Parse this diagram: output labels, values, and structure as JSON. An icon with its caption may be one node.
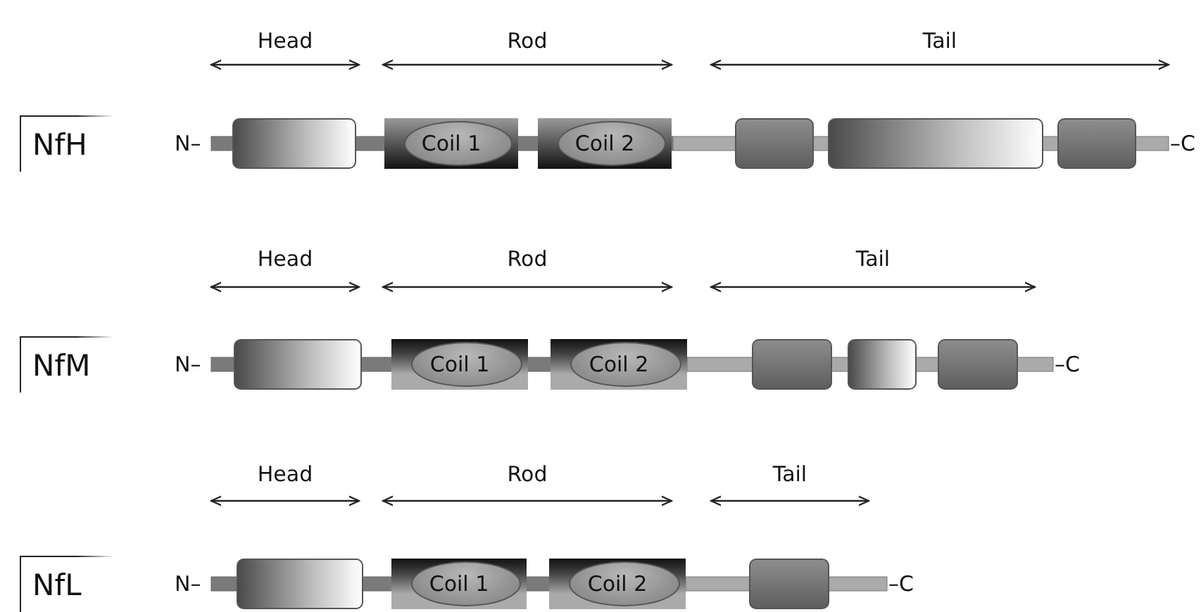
{
  "diagram": {
    "nodes": [
      {
        "text": [
          "NfH"
        ]
      },
      {
        "text": [],
        "shape": "box"
      },
      {
        "text": [
          "Coil 1"
        ]
      },
      {
        "text": [
          "Coil 2"
        ]
      },
      {
        "text": [],
        "shape": "box"
      },
      {
        "text": [],
        "shape": "box"
      },
      {
        "text": [],
        "shape": "box"
      },
      {
        "text": [
          "NfM"
        ]
      },
      {
        "text": [],
        "shape": "box"
      },
      {
        "text": [
          "Coil 1"
        ]
      },
      {
        "text": [
          "Coil 2"
        ]
      },
      {
        "text": [],
        "shape": "box"
      },
      {
        "text": [],
        "shape": "box"
      },
      {
        "text": [],
        "shape": "box"
      },
      {
        "text": [
          "NfL"
        ]
      },
      {
        "text": [],
        "shape": "box"
      },
      {
        "text": [
          "Coil 1"
        ]
      },
      {
        "text": [
          "Coil 2"
        ]
      },
      {
        "text": [],
        "shape": "box"
      }
    ],
    "labels": [
      "Head",
      "Rod",
      "Tail",
      "N–",
      "–C",
      "Head",
      "Rod",
      "Tail",
      "N–",
      "–C",
      "Head",
      "Rod",
      "Tail",
      "N–",
      "–C"
    ]
  }
}
